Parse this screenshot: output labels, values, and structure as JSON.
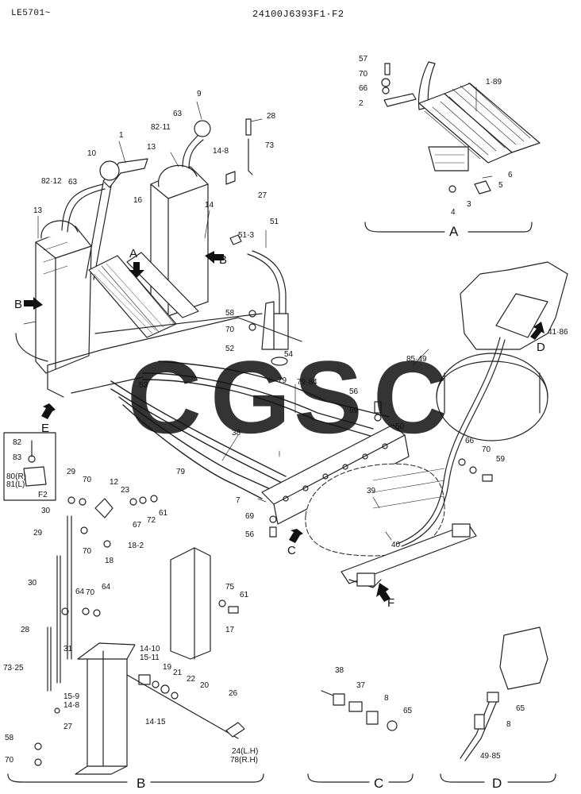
{
  "header": {
    "doc_code": "LE5701~",
    "drawing_no": "24100J6393F1·F2"
  },
  "watermark": {
    "letters": [
      "C",
      "G",
      "S",
      "C"
    ],
    "colors": [
      "#3b82f0",
      "#ef4444",
      "#facc15",
      "#22a36b"
    ]
  },
  "section_labels": {
    "A": "A",
    "B": "B",
    "C": "C",
    "D": "D",
    "E": "E",
    "F": "F",
    "F2": "F2"
  },
  "part_labels": [
    "57",
    "70",
    "66",
    "2",
    "1·89",
    "6",
    "5",
    "4",
    "3",
    "9",
    "63",
    "82·11",
    "28",
    "73",
    "13",
    "10",
    "14-8",
    "27",
    "82·12",
    "63",
    "1",
    "16",
    "14",
    "51",
    "51-3",
    "13",
    "A",
    "B",
    "B",
    "58",
    "70",
    "52",
    "54",
    "41·86",
    "85·49",
    "53",
    "79",
    "79·84",
    "56",
    "69",
    "50",
    "E",
    "82",
    "83",
    "80(R)",
    "81(L)",
    "66",
    "70",
    "59",
    "38",
    "79",
    "29",
    "70",
    "12",
    "23",
    "7",
    "39",
    "30",
    "67",
    "72",
    "61",
    "69",
    "56",
    "C",
    "40",
    "29",
    "70",
    "18-2",
    "18",
    "F",
    "30",
    "64",
    "70",
    "64",
    "75",
    "61",
    "17",
    "28",
    "31",
    "14-10",
    "15-11",
    "19",
    "21",
    "22",
    "20",
    "73·25",
    "15-9",
    "14-8",
    "26",
    "27",
    "14·15",
    "24(L.H)",
    "78(R.H)",
    "58",
    "70",
    "38",
    "37",
    "8",
    "65",
    "65",
    "8",
    "49·85"
  ]
}
